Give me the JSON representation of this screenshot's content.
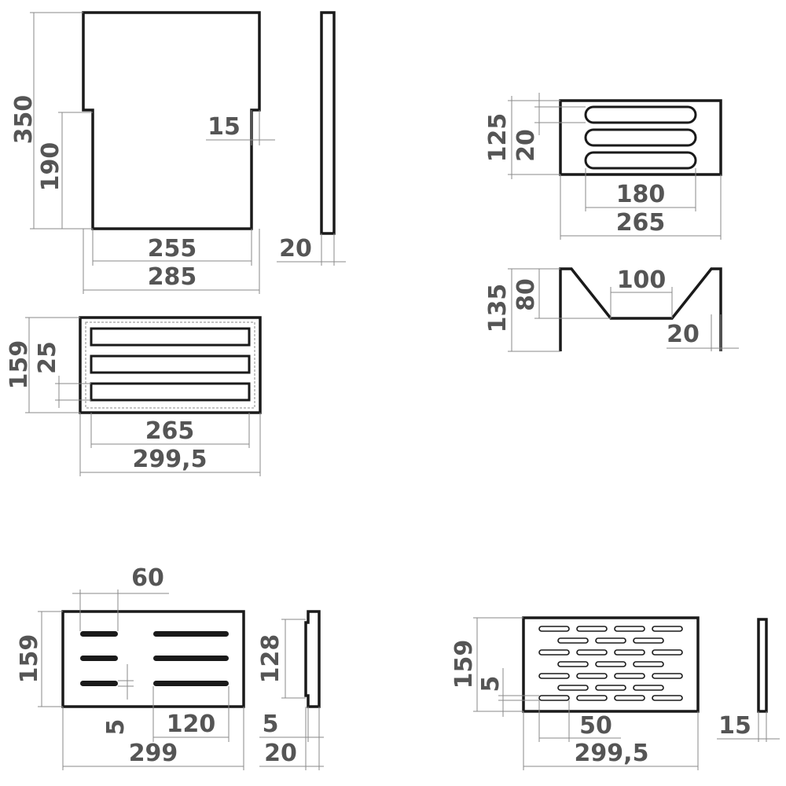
{
  "side_panel": {
    "height": "350",
    "lower_height": "190",
    "step": "15",
    "inner_width": "255",
    "outer_width": "285",
    "thickness": "20"
  },
  "cutting_board_tray": {
    "height": "159",
    "slot_gap": "25",
    "inner_width": "265",
    "outer_width": "299,5"
  },
  "top_holder": {
    "height": "125",
    "slot_width": "20",
    "slot_length": "180",
    "width": "265"
  },
  "v_holder": {
    "height": "135",
    "v_depth": "80",
    "bottom_width": "100",
    "wall": "20"
  },
  "lid_holder": {
    "slot_length_short": "60",
    "height": "159",
    "slot_width": "5",
    "slot_length_long": "120",
    "width": "299",
    "side_height": "128",
    "side_lip": "5",
    "side_thickness": "20"
  },
  "perforated_shelf": {
    "height": "159",
    "hole_width": "5",
    "hole_length": "50",
    "width": "299,5",
    "thickness": "15"
  }
}
